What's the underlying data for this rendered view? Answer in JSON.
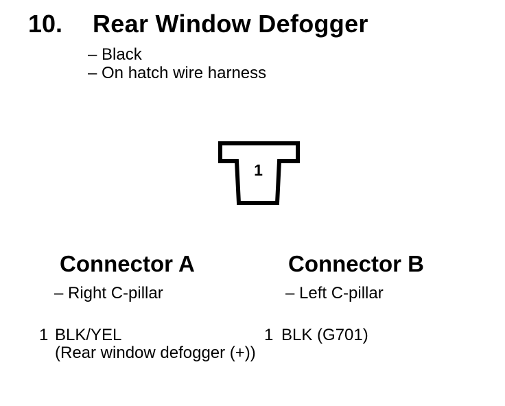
{
  "page": {
    "background": "#ffffff",
    "ink": "#000000"
  },
  "header": {
    "item_number": "10.",
    "title": "Rear Window Defogger",
    "notes": [
      "– Black",
      "– On hatch wire harness"
    ]
  },
  "diagram": {
    "shape": "t-shaped-connector-outline",
    "cavity_label": "1"
  },
  "connectors": [
    {
      "name": "Connector A",
      "location": "– Right C-pillar",
      "pin": {
        "number": "1",
        "wire": "BLK/YEL",
        "description": "(Rear window defogger (+))"
      }
    },
    {
      "name": "Connector B",
      "location": "– Left C-pillar",
      "pin": {
        "number": "1",
        "wire": "BLK (G701)",
        "description": ""
      }
    }
  ]
}
